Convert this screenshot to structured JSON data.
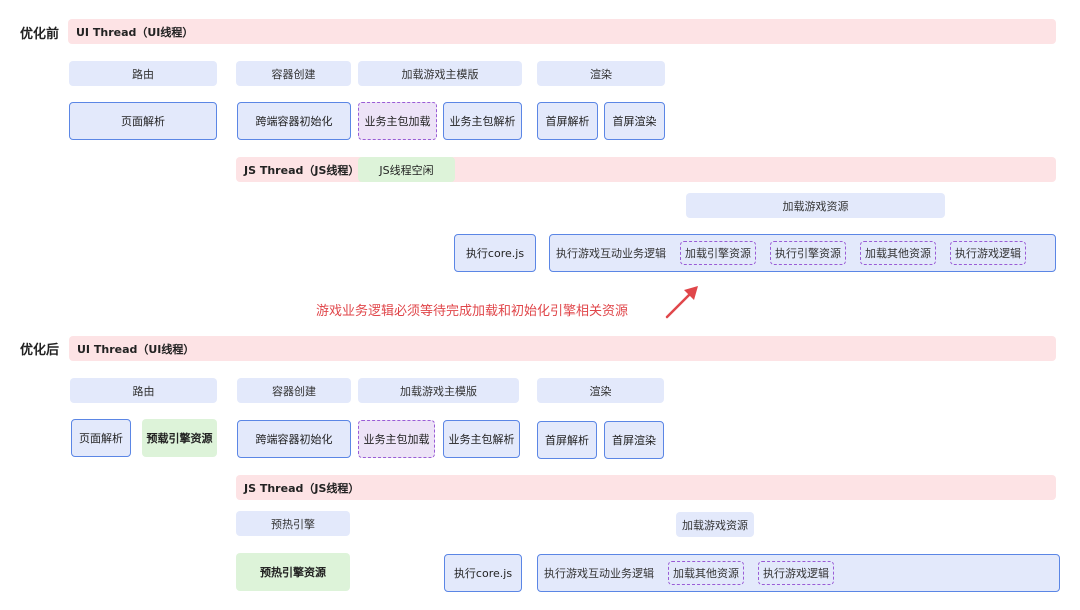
{
  "before": {
    "label": "优化前",
    "ui_thread_bar": "UI Thread（UI线程）",
    "ui_headers": [
      "路由",
      "容器创建",
      "加载游戏主模版",
      "渲染"
    ],
    "ui_tasks": {
      "page_parse": "页面解析",
      "container_init": "跨端容器初始化",
      "bundle_load": "业务主包加载",
      "bundle_parse": "业务主包解析",
      "first_screen_parse": "首屏解析",
      "first_screen_render": "首屏渲染"
    },
    "js_thread_bar": "JS Thread（JS线程）",
    "js_idle": "JS线程空闲",
    "load_game_resources": "加载游戏资源",
    "exec_core": "执行core.js",
    "exec_interactive": "执行游戏互动业务逻辑",
    "sub_tasks": [
      "加载引擎资源",
      "执行引擎资源",
      "加载其他资源",
      "执行游戏逻辑"
    ],
    "annotation": "游戏业务逻辑必须等待完成加载和初始化引擎相关资源"
  },
  "after": {
    "label": "优化后",
    "ui_thread_bar": "UI Thread（UI线程）",
    "ui_headers": [
      "路由",
      "容器创建",
      "加载游戏主模版",
      "渲染"
    ],
    "ui_tasks": {
      "page_parse": "页面解析",
      "preload_engine": "预载引擎资源",
      "container_init": "跨端容器初始化",
      "bundle_load": "业务主包加载",
      "bundle_parse": "业务主包解析",
      "first_screen_parse": "首屏解析",
      "first_screen_render": "首屏渲染"
    },
    "js_thread_bar": "JS Thread（JS线程）",
    "preheat_engine": "预热引擎",
    "preheat_engine_resources": "预热引擎资源",
    "load_game_resources": "加载游戏资源",
    "exec_core": "执行core.js",
    "exec_interactive": "执行游戏互动业务逻辑",
    "sub_tasks": [
      "加载其他资源",
      "执行游戏逻辑"
    ]
  },
  "colors": {
    "thread_bar": "#fde3e5",
    "header": "#e3e9fb",
    "task_border": "#5b86e5",
    "dashed_border": "#9a5cd6",
    "green": "#ddf3d9",
    "annotation": "#e0464a"
  },
  "icons": [
    "arrow-up-right-icon"
  ]
}
